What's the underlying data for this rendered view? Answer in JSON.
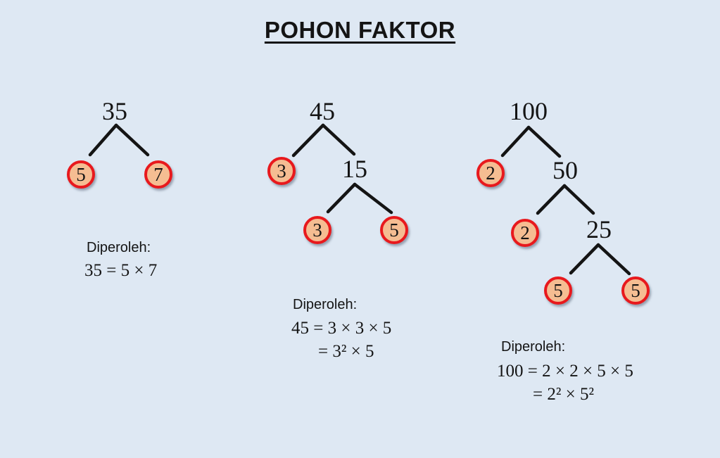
{
  "title": "POHON FAKTOR",
  "colors": {
    "background": "#dee8f3",
    "circle_fill": "#f5bd92",
    "circle_border": "#e8191d",
    "line_color": "#141414",
    "text_color": "#141414"
  },
  "trees": [
    {
      "id": "tree-35",
      "nodes": {
        "root": "35",
        "leaf_left": "5",
        "leaf_right": "7"
      },
      "result": {
        "label": "Diperoleh:",
        "equations": [
          "35 = 5 × 7"
        ]
      }
    },
    {
      "id": "tree-45",
      "nodes": {
        "root": "45",
        "leaf_left": "3",
        "internal": "15",
        "leaf_mid": "3",
        "leaf_right": "5"
      },
      "result": {
        "label": "Diperoleh:",
        "equations": [
          "45 = 3 × 3 × 5",
          "= 3² × 5"
        ]
      }
    },
    {
      "id": "tree-100",
      "nodes": {
        "root": "100",
        "leaf_left": "2",
        "internal_1": "50",
        "leaf_mid": "2",
        "internal_2": "25",
        "leaf_bottom_left": "5",
        "leaf_bottom_right": "5"
      },
      "result": {
        "label": "Diperoleh:",
        "equations": [
          "100 = 2 × 2 × 5 × 5",
          "= 2² × 5²"
        ]
      }
    }
  ]
}
